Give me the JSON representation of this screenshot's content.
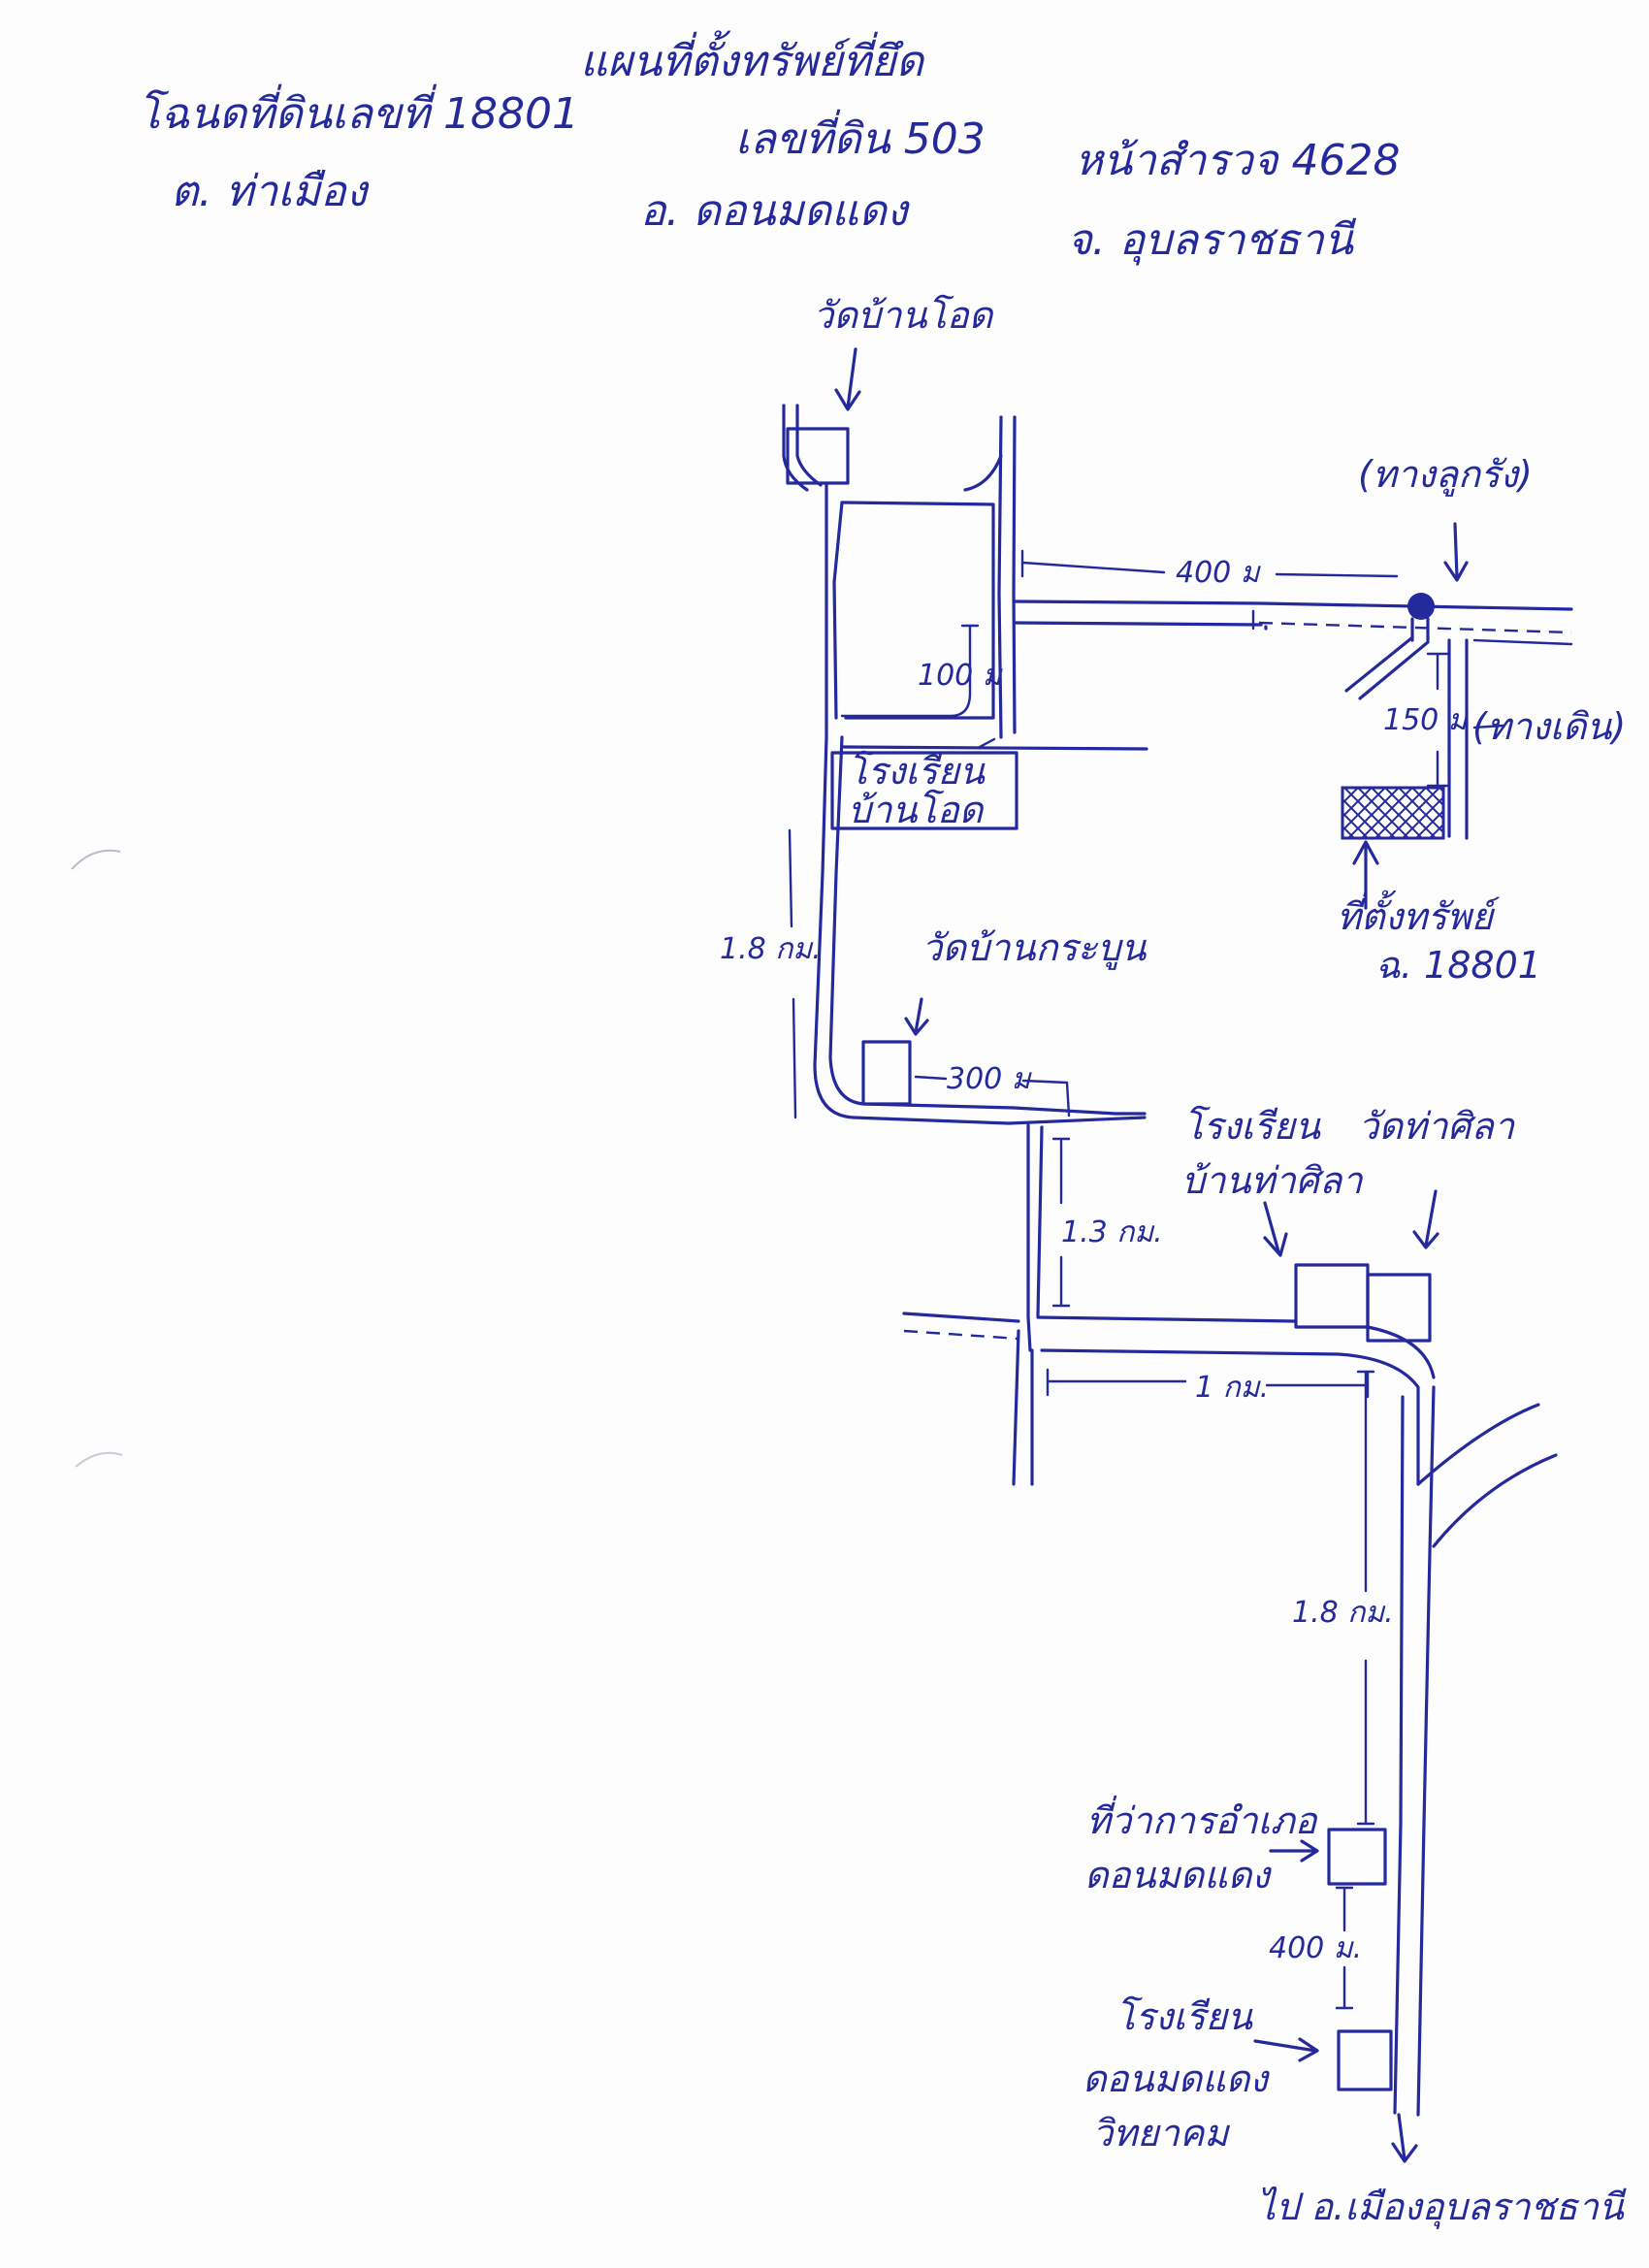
{
  "header": {
    "map_title": "แผนที่ตั้งทรัพย์ที่ยึด",
    "deed_number": "โฉนดที่ดินเลขที่ 18801",
    "land_number": "เลขที่ดิน 503",
    "survey_page": "หน้าสำรวจ 4628",
    "subdistrict": "ต. ท่าเมือง",
    "district": "อ. ดอนมดแดง",
    "province": "จ. อุบลราชธานี"
  },
  "places": {
    "wat_ban_ot": "วัดบ้านโอด",
    "school_ban_ot_line1": "โรงเรียน",
    "school_ban_ot_line2": "บ้านโอด",
    "wat_ban_kra_bun": "วัดบ้านกระบูน",
    "school_ban_tha_sila_line1": "โรงเรียน",
    "school_ban_tha_sila_line2": "บ้านท่าศิลา",
    "wat_tha_sila": "วัดท่าศิลา",
    "district_office_line1": "ที่ว่าการอำเภอ",
    "district_office_line2": "ดอนมดแดง",
    "school_don_mot_daeng_line1": "โรงเรียน",
    "school_don_mot_daeng_line2": "ดอนมดแดง",
    "school_don_mot_daeng_line3": "วิทยาคม",
    "laterite_road": "(ทางลูกรัง)",
    "footpath": "(ทางเดิน)",
    "property_line1": "ที่ตั้งทรัพย์",
    "property_line2": "ฉ. 18801",
    "to_ubon": "ไป อ.เมืองอุบลราชธานี"
  },
  "distances": {
    "d_400m_top": "400 ม",
    "d_100m": "100 ม",
    "d_150m": "150 ม",
    "d_1_8km_left": "1.8 กม.",
    "d_300m": "300 ม",
    "d_1_3km": "1.3 กม.",
    "d_1km": "1 กม.",
    "d_1_8km_right": "1.8 กม.",
    "d_400m_bottom": "400 ม."
  },
  "colors": {
    "ink": "#24299b",
    "paper": "#fdfdfd"
  }
}
